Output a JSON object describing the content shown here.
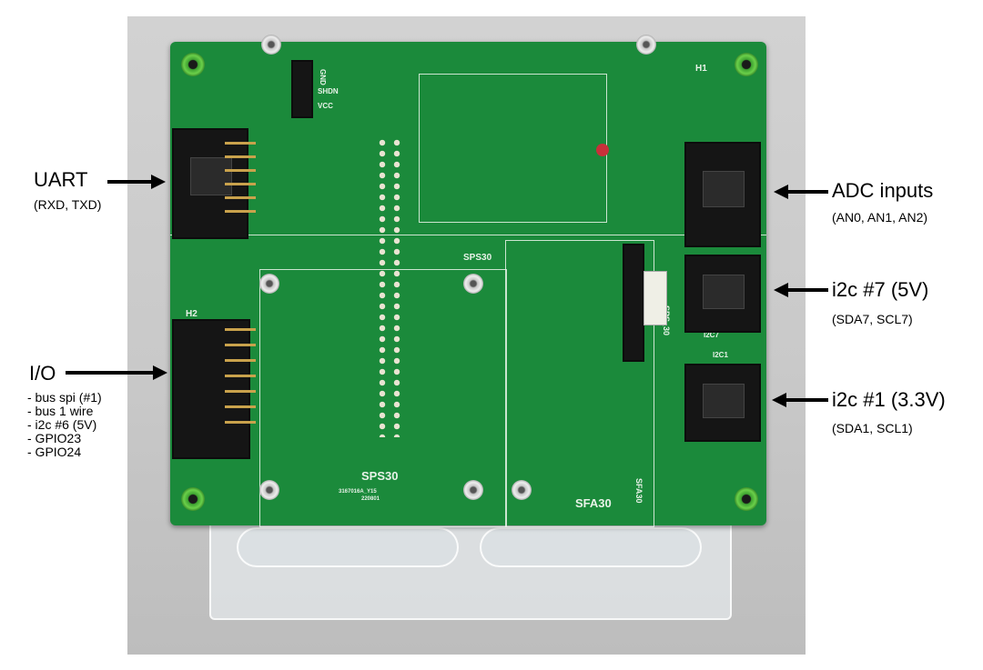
{
  "labels": {
    "uart": {
      "title": "UART",
      "sub": "(RXD, TXD)"
    },
    "io": {
      "title": "I/O",
      "items": [
        "-  bus spi (#1)",
        "-  bus 1 wire",
        "-  i2c #6 (5V)",
        "-  GPIO23",
        "-  GPIO24"
      ]
    },
    "adc": {
      "title": "ADC inputs",
      "sub": "(AN0, AN1, AN2)"
    },
    "i2c7": {
      "title": "i2c #7 (5V)",
      "sub": "(SDA7, SCL7)"
    },
    "i2c1": {
      "title": "i2c #1 (3.3V)",
      "sub": "(SDA1, SCL1)"
    }
  },
  "silkscreen": {
    "sps30_top": "SPS30",
    "sps30_bottom": "SPS30",
    "sps_30_side": "SPS_30",
    "sfa30": "SFA30",
    "sfa30_side": "SFA30",
    "h1": "H1",
    "h2": "H2",
    "i2c7": "I2C7",
    "i2c1": "I2C1",
    "gnd": "GND",
    "shdn": "SHDN",
    "vcc": "VCC",
    "partno": "3167016A_Y15",
    "date": "220801"
  },
  "colors": {
    "pcb": "#1b8a3b",
    "text": "#000000",
    "arrow": "#000000"
  }
}
